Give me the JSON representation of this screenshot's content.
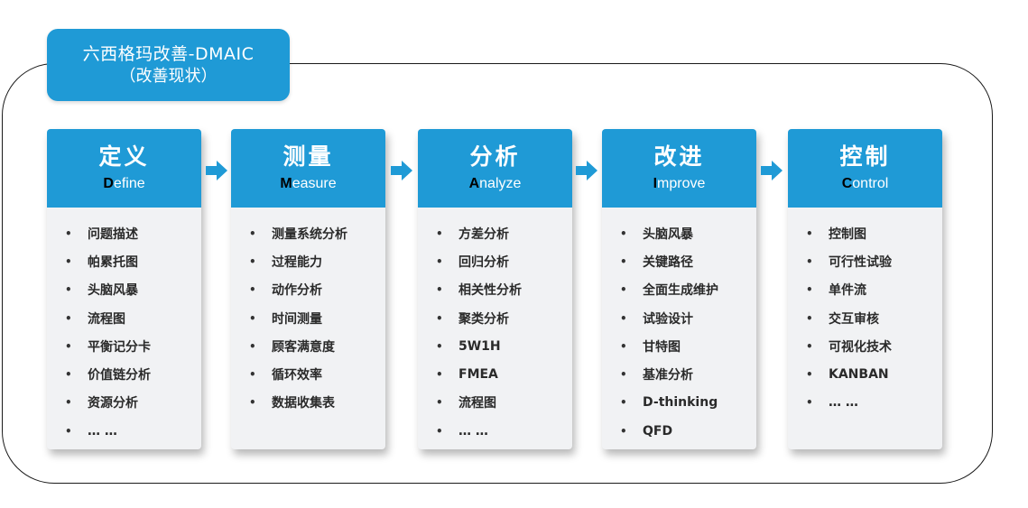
{
  "title": {
    "line1": "六西格玛改善-DMAIC",
    "line2": "（改善现状）"
  },
  "colors": {
    "accent": "#1f9ad6",
    "panel": "#f1f2f4",
    "border": "#1a1a1a"
  },
  "columns": [
    {
      "title": "定义",
      "initial": "D",
      "rest": "efine",
      "items": [
        "问题描述",
        "帕累托图",
        "头脑风暴",
        "流程图",
        "平衡记分卡",
        "价值链分析",
        "资源分析",
        "… …"
      ]
    },
    {
      "title": "测量",
      "initial": "M",
      "rest": "easure",
      "items": [
        "测量系统分析",
        "过程能力",
        "动作分析",
        "时间测量",
        "顾客满意度",
        "循环效率",
        "数据收集表"
      ]
    },
    {
      "title": "分析",
      "initial": "A",
      "rest": "nalyze",
      "items": [
        "方差分析",
        "回归分析",
        "相关性分析",
        "聚类分析",
        "5W1H",
        "FMEA",
        "流程图",
        "… …"
      ]
    },
    {
      "title": "改进",
      "initial": "I",
      "rest": "mprove",
      "items": [
        "头脑风暴",
        "关键路径",
        "全面生成维护",
        "试验设计",
        "甘特图",
        "基准分析",
        "D-thinking",
        "QFD"
      ]
    },
    {
      "title": "控制",
      "initial": "C",
      "rest": "ontrol",
      "items": [
        "控制图",
        "可行性试验",
        "单件流",
        "交互审核",
        "可视化技术",
        "KANBAN",
        "… …"
      ]
    }
  ],
  "bullet": "•",
  "icons": {
    "flow_arrow": "right-arrow-icon"
  }
}
